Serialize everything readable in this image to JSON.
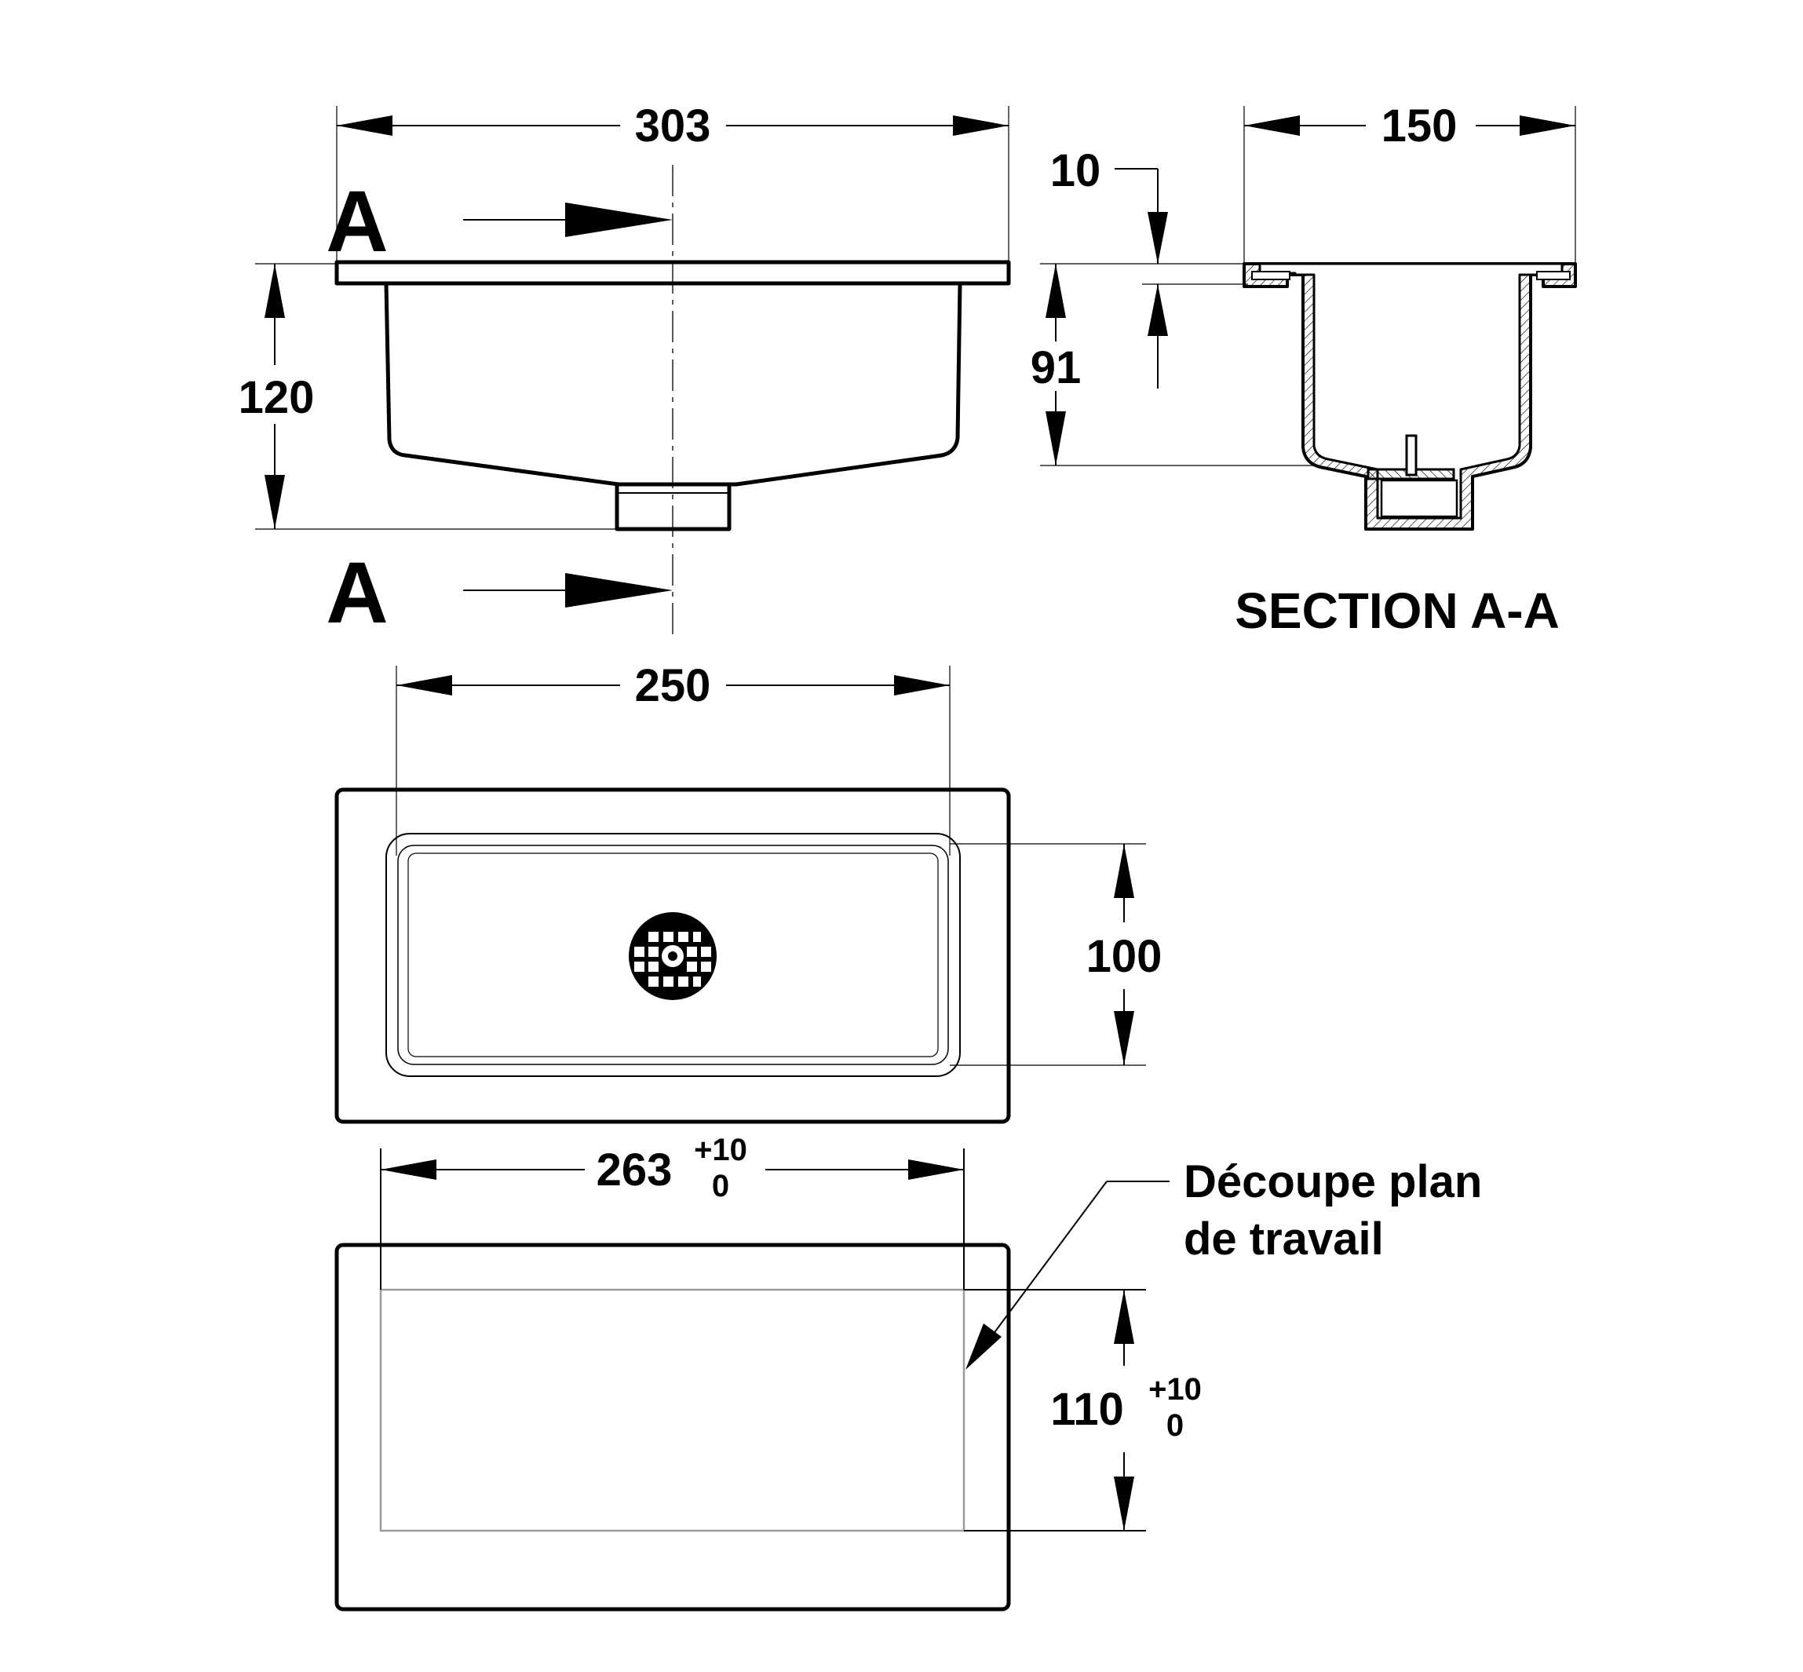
{
  "drawing": {
    "section_marker": "A",
    "section_title": "SECTION A-A",
    "dimensions": {
      "overall_length": "303",
      "overall_width": "150",
      "overall_height": "120",
      "rim_thickness": "10",
      "bowl_depth": "91",
      "bowl_length": "250",
      "bowl_width": "100",
      "cutout_length": "263",
      "cutout_width": "110",
      "tolerance_upper": "+10",
      "tolerance_lower": "0"
    },
    "cutout_label_line1": "Découpe plan",
    "cutout_label_line2": "de travail"
  }
}
